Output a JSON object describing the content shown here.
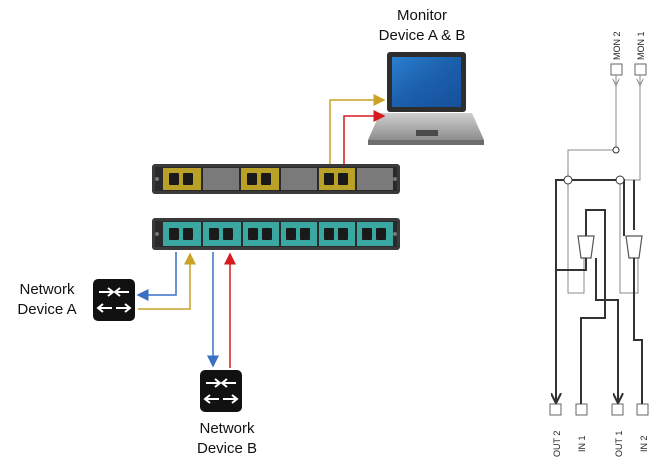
{
  "labels": {
    "monitor_line1": "Monitor",
    "monitor_line2": "Device A & B",
    "network_a_line1": "Network",
    "network_a_line2": "Device A",
    "network_b_line1": "Network",
    "network_b_line2": "Device B"
  },
  "schematic_ports": {
    "mon2": "MON 2",
    "mon1": "MON 1",
    "out2": "OUT 2",
    "in1": "IN 1",
    "out1": "OUT 1",
    "in2": "IN 2"
  },
  "colors": {
    "gold_link": "#c9a227",
    "red_link": "#d71920",
    "blue_link": "#3a6fc4",
    "tap_panel": "#3aa7a0",
    "monitor_panel": "#b9a128"
  }
}
